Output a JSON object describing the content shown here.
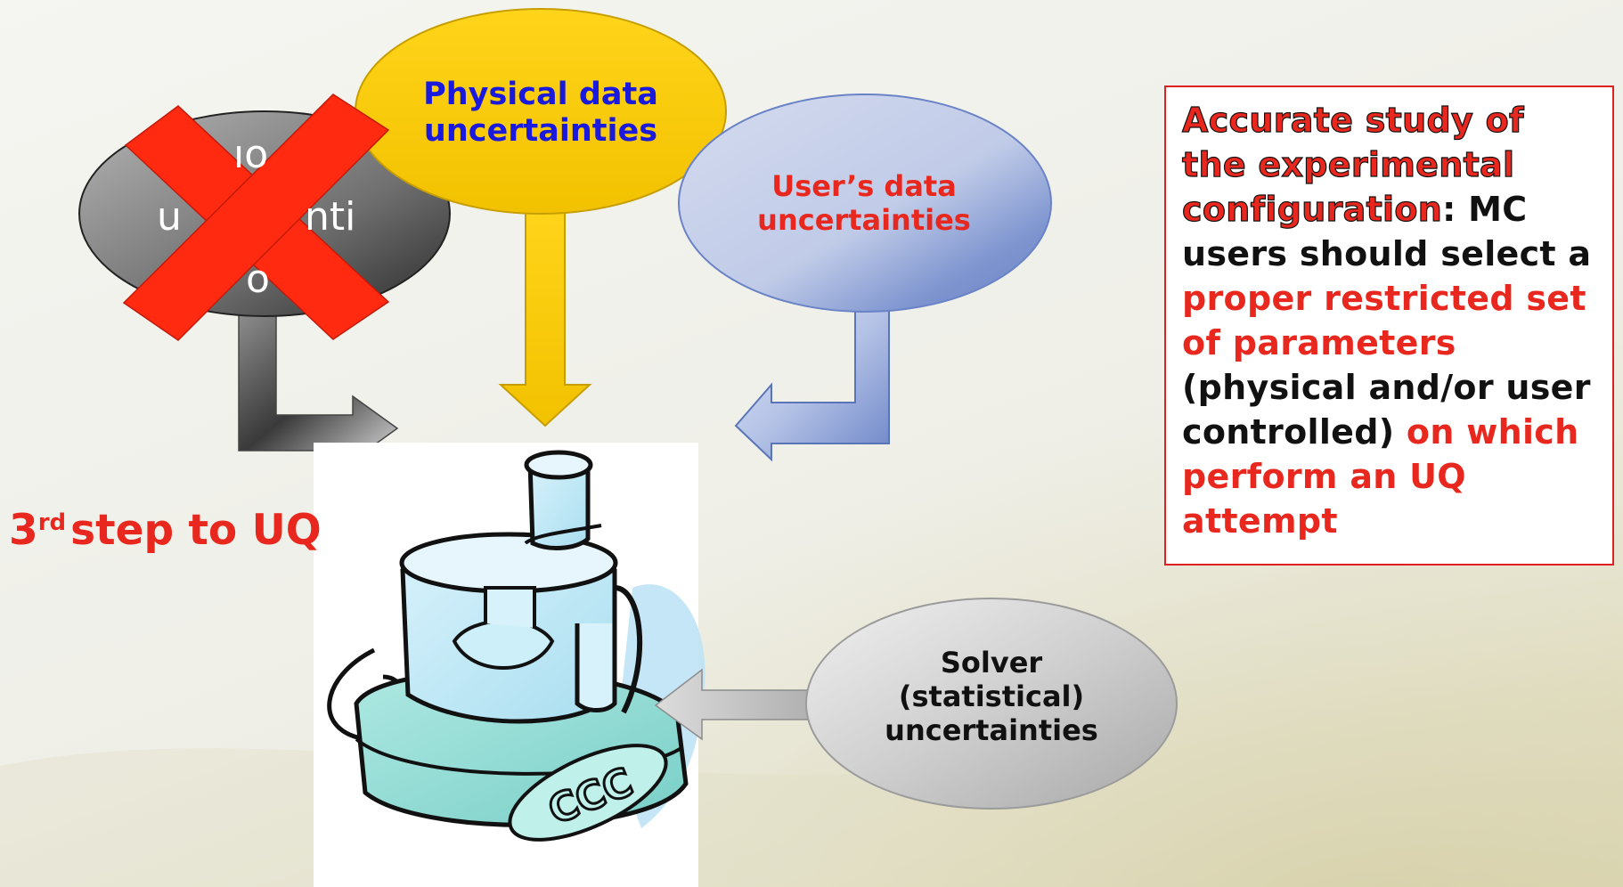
{
  "bubbles": {
    "physical": {
      "line1": "Physical data",
      "line2": "uncertainties",
      "color": "#1a1adc",
      "fill": "#f5c800"
    },
    "users": {
      "line1": "User’s data",
      "line2": "uncertainties",
      "color": "#e8281e",
      "fill": "#9eaedb"
    },
    "solver": {
      "line1": "Solver",
      "line2": "(statistical)",
      "line3": "uncertainties",
      "color": "#111111",
      "fill": "#c8c8c8"
    },
    "crossed": {
      "fragment1": "ıo",
      "fragment2": "u",
      "fragment3": "nti",
      "fragment4": "o",
      "fill": "#8a8a8a"
    }
  },
  "cross_mark": {
    "color": "#ff2a10"
  },
  "step": {
    "number": "3",
    "suffix": "rd",
    "text": "step to UQ",
    "color": "#e8281e"
  },
  "infobox": {
    "highlighted": "Accurate study of the experimental configuration",
    "after_highlight": ": MC users should select a ",
    "red_1": "proper restricted set of parameters",
    "black_1": " (physical and/or user controlled) ",
    "red_2": "on which perform an UQ attempt",
    "border_color": "#e02020"
  },
  "illustration": {
    "icon": "food-processor-clipart",
    "label": "CCC"
  }
}
